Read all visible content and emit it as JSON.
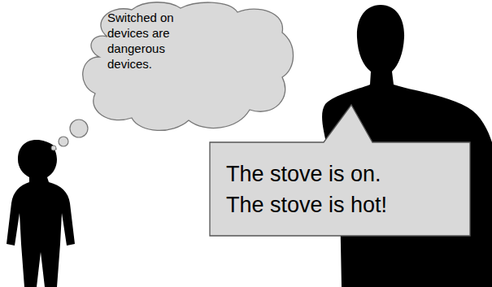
{
  "diagram": {
    "nodes": [
      {
        "text": [
          "Switched on devices are dangerous devices."
        ]
      },
      {
        "text": [
          "The stove is on.",
          "The stove is hot!"
        ]
      }
    ]
  }
}
